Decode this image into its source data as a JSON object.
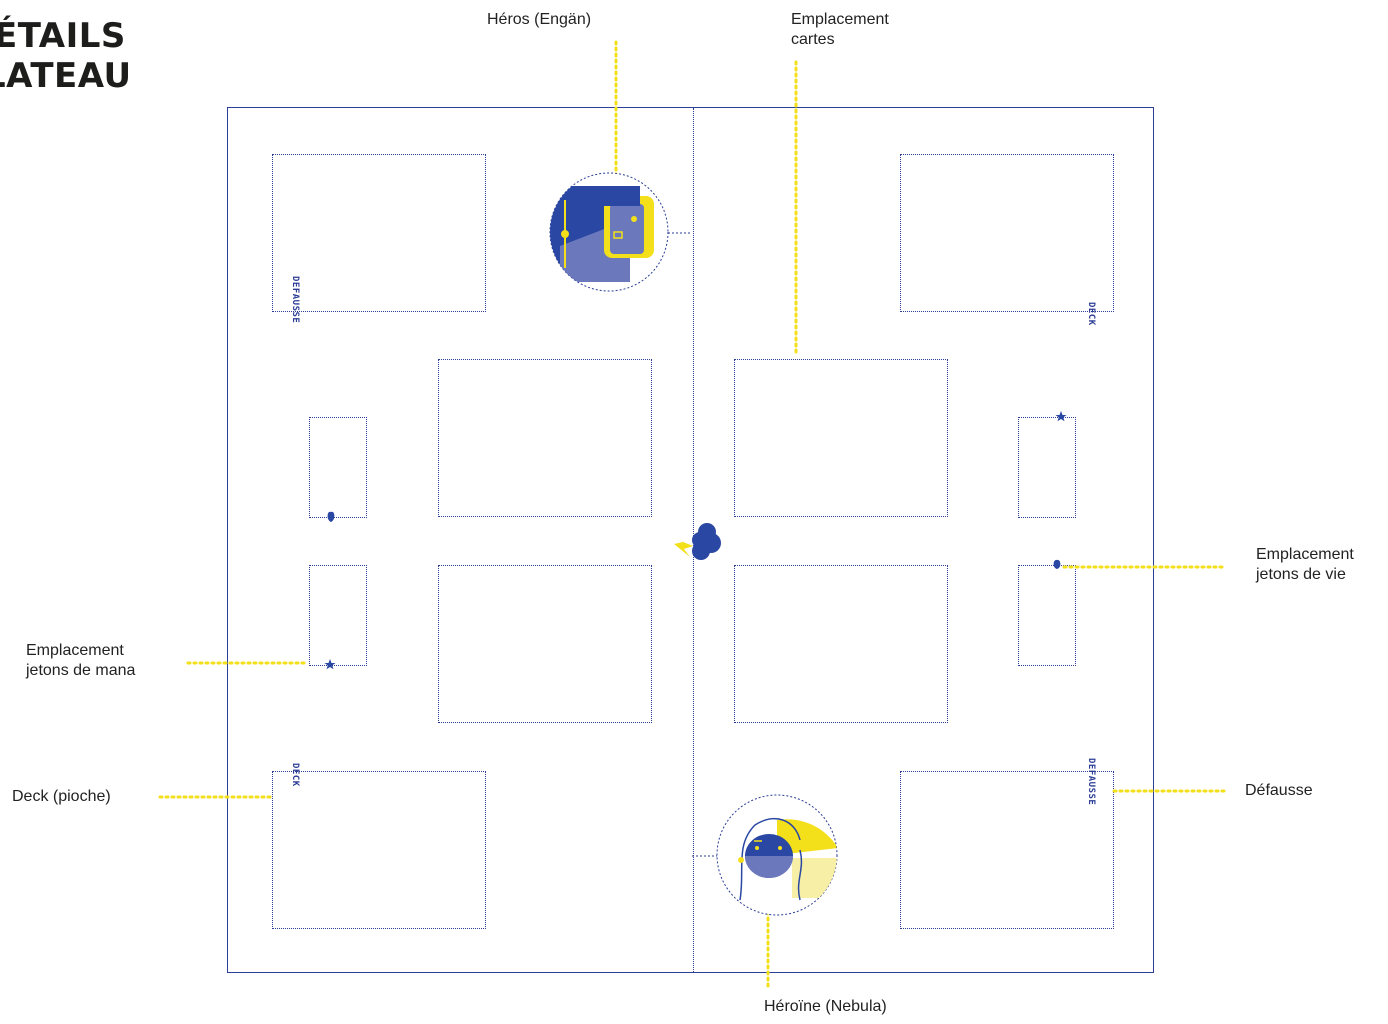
{
  "title": {
    "line1": "ÉTAILS",
    "line2": "LATEAU"
  },
  "callouts": {
    "hero": "Héros (Engän)",
    "card_slot_1": "Emplacement",
    "card_slot_2": "cartes",
    "life_1": "Emplacement",
    "life_2": "jetons de vie",
    "mana_1": "Emplacement",
    "mana_2": "jetons de mana",
    "deck": "Deck (pioche)",
    "discard": "Défausse",
    "heroine": "Héroïne (Nebula)"
  },
  "board_labels": {
    "discard_top_left": "DEFAUSSE",
    "deck_top_right": "DECK",
    "deck_bottom_left": "DECK",
    "discard_bottom_right": "DEFAUSSE"
  },
  "colors": {
    "board_blue": "#2b3d95",
    "callout_yellow": "#f3e01b",
    "portrait_blue": "#2a47a3",
    "portrait_violet": "#6b78bb"
  },
  "icons": {
    "hero_portrait": "hero-engan-portrait-icon",
    "heroine_portrait": "heroine-nebula-portrait-icon",
    "clash": "clash-cloud-icon",
    "heart": "heart-icon",
    "star": "star-icon"
  }
}
